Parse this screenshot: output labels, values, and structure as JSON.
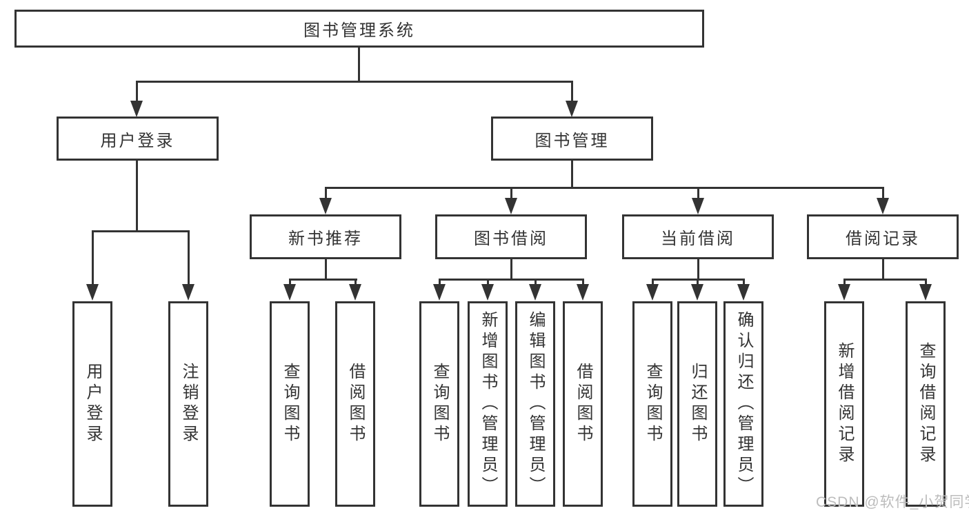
{
  "colors": {
    "line": "#333333",
    "text": "#333333",
    "background": "#ffffff",
    "watermark": "#bcbcbc"
  },
  "diagram": {
    "root": {
      "label": "图书管理系统"
    },
    "level2": [
      {
        "label": "用户登录"
      },
      {
        "label": "图书管理"
      }
    ],
    "level3": [
      {
        "label": "新书推荐"
      },
      {
        "label": "图书借阅"
      },
      {
        "label": "当前借阅"
      },
      {
        "label": "借阅记录"
      }
    ],
    "leaves": {
      "user_login": [
        "用户登录",
        "注销登录"
      ],
      "new_book": [
        "查询图书",
        "借阅图书"
      ],
      "book_borrow": [
        "查询图书",
        "新增图书（管理员）",
        "编辑图书（管理员）",
        "借阅图书"
      ],
      "current_borrow": [
        "查询图书",
        "归还图书",
        "确认归还（管理员）"
      ],
      "borrow_record": [
        "新增借阅记录",
        "查询借阅记录"
      ]
    }
  },
  "watermark": {
    "text": "CSDN @软件_小贺同学"
  }
}
